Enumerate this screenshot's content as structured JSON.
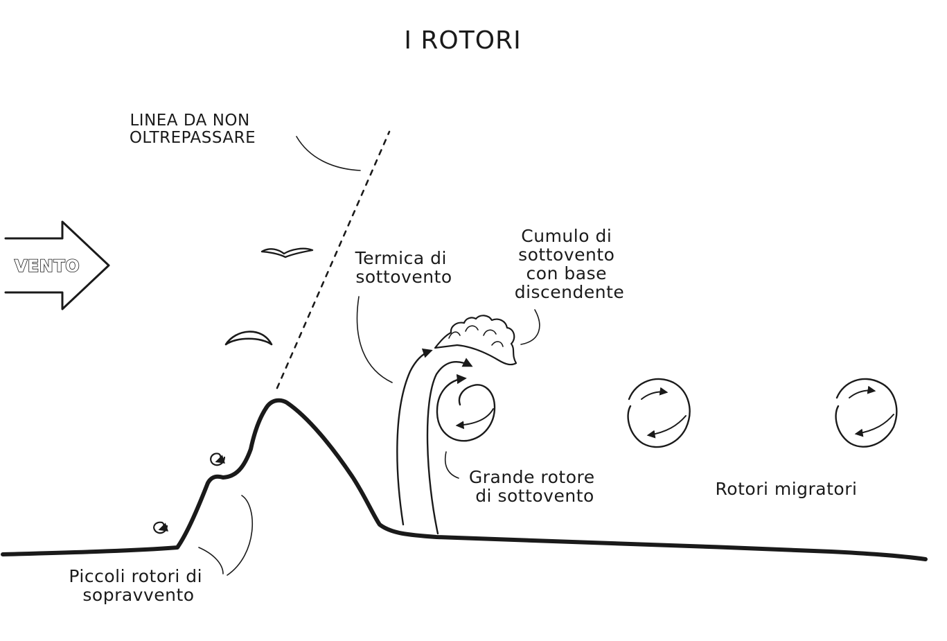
{
  "title": "I ROTORI",
  "wind_label": "VENTO",
  "labels": {
    "line_limit": [
      "LINEA DA NON",
      "OLTREPASSARE"
    ],
    "thermal": [
      "Termica di",
      "sottovento"
    ],
    "cumulus": [
      "Cumulo di",
      "sottovento",
      "con base",
      "discendente"
    ],
    "big_rotor": [
      "Grande rotore",
      "di sottovento"
    ],
    "migrating_rotors": "Rotori migratori",
    "small_rotors": [
      "Piccoli rotori di",
      "sopravvento"
    ]
  },
  "colors": {
    "ink": "#1a1a1a",
    "background": "#ffffff"
  }
}
